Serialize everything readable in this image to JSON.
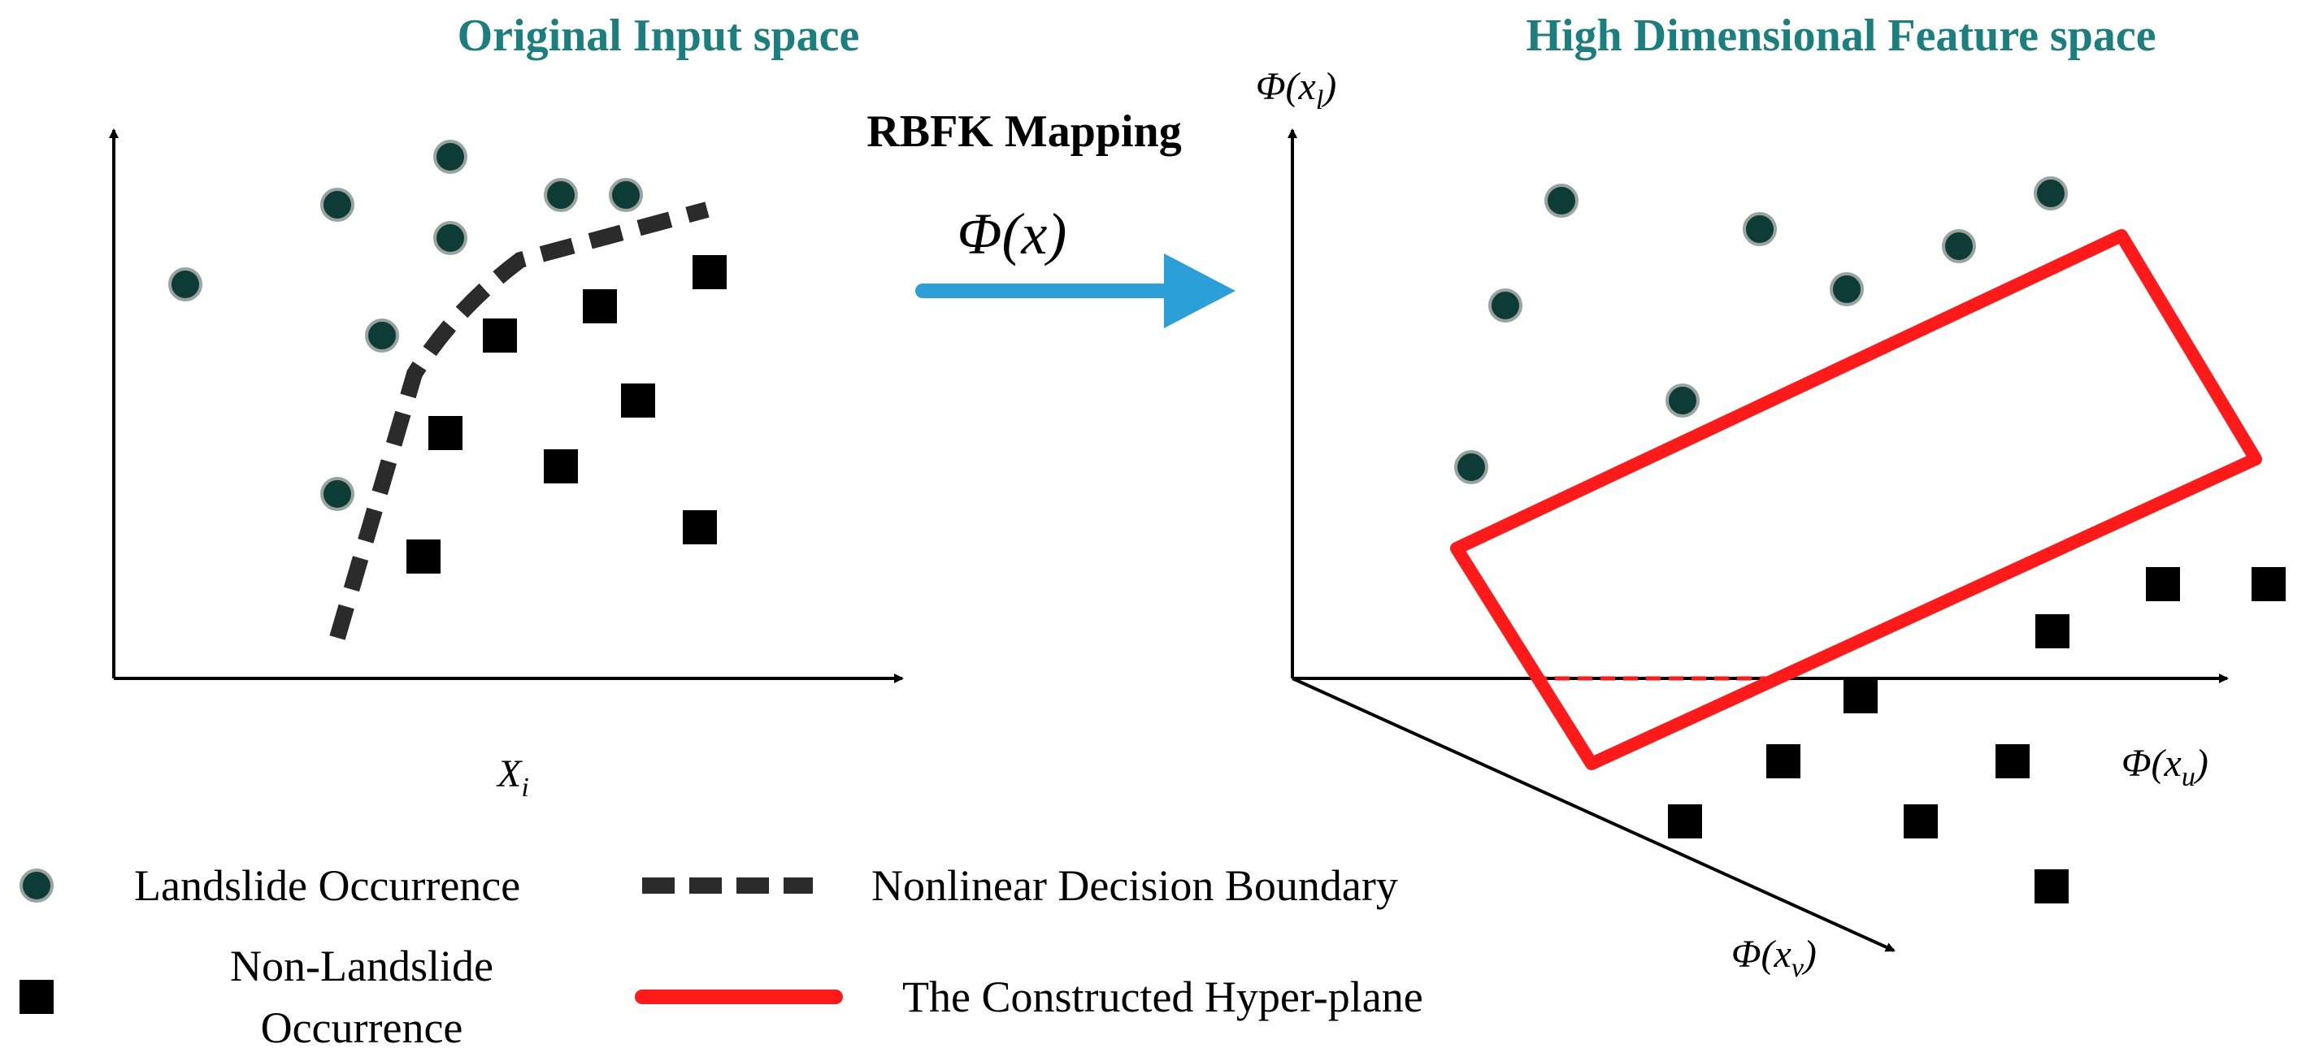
{
  "titles": {
    "left": "Original Input space",
    "right": "High Dimensional Feature space",
    "title_color": "#1b7f7f"
  },
  "mapping": {
    "label": "RBFK Mapping",
    "symbol": "Φ(x)",
    "arrow_color": "#2a9fd8"
  },
  "left_panel": {
    "x_axis_label": "X",
    "x_axis_sub": "i"
  },
  "right_panel": {
    "axis_l_label": "Φ(x",
    "axis_l_sub": "l",
    "axis_u_label": "Φ(x",
    "axis_u_sub": "u",
    "axis_v_label": "Φ(x",
    "axis_v_sub": "v",
    "close_paren": ")"
  },
  "legend": {
    "landslide": "Landslide Occurrence",
    "non_landslide_line1": "Non-Landslide",
    "non_landslide_line2": "Occurrence",
    "boundary": "Nonlinear Decision Boundary",
    "hyperplane": "The Constructed Hyper-plane"
  },
  "colors": {
    "landslide_marker": "#0d3b35",
    "landslide_marker_stroke": "#9aa3a0",
    "non_landslide_marker": "#000000",
    "boundary_line": "#2b2b2b",
    "hyperplane": "#ff1a1a"
  },
  "icons": {
    "landslide_marker": "filled-circle",
    "non_landslide_marker": "filled-square"
  }
}
